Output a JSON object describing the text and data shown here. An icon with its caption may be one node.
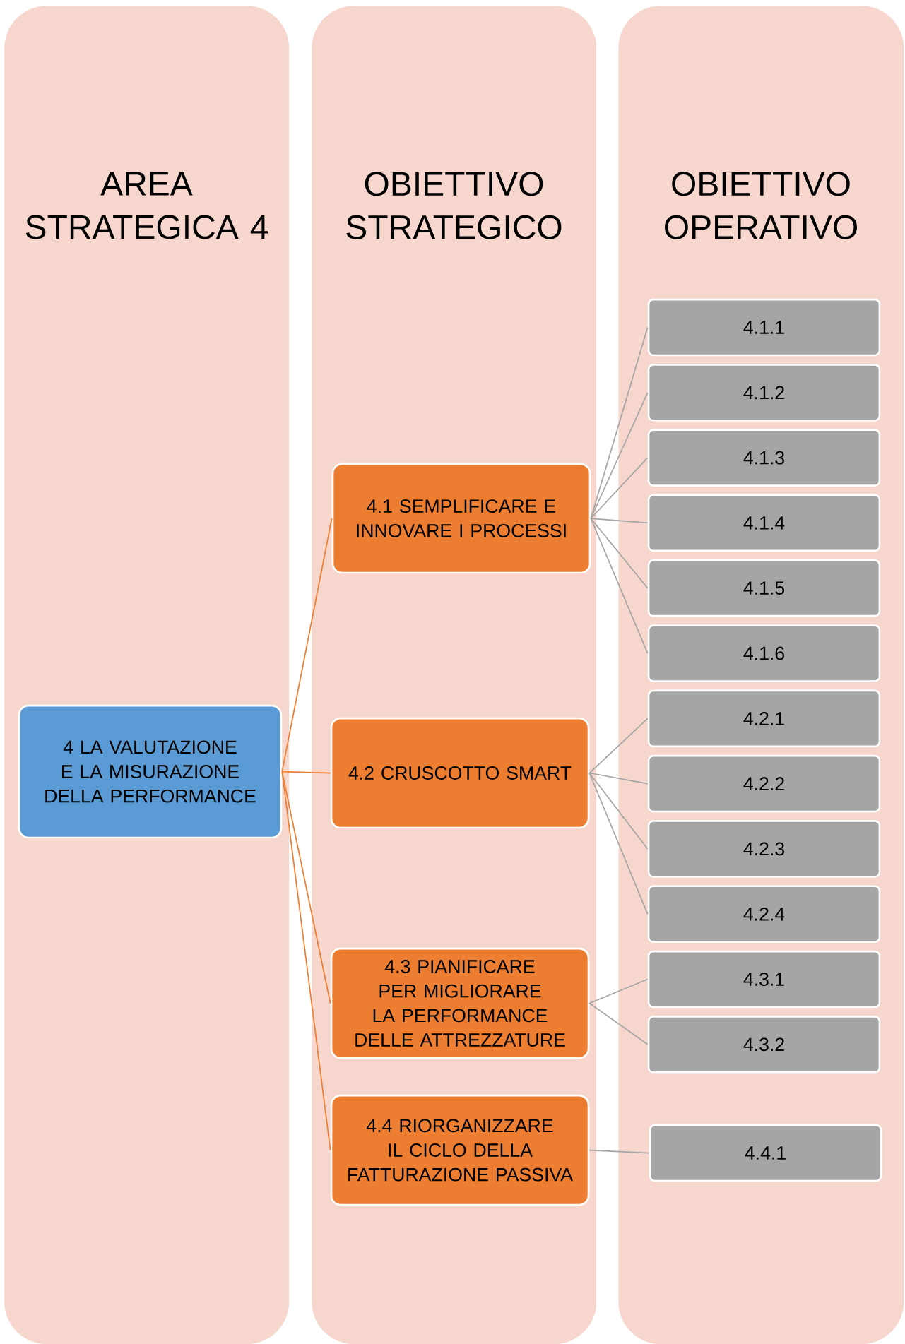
{
  "diagram": {
    "nodes": [
      {
        "text": [
          "AREA STRATEGICA 4"
        ]
      },
      {
        "text": [
          "OBIETTIVO STRATEGICO"
        ]
      },
      {
        "text": [
          "OBIETTIVO OPERATIVO"
        ]
      },
      {
        "text": [
          "4 LA VALUTAZIONE E LA MISURAZIONE DELLA PERFORMANCE"
        ],
        "in": 0
      },
      {
        "text": [
          "4.1 SEMPLIFICARE E INNOVARE I PROCESSI"
        ],
        "in": 1
      },
      {
        "text": [
          "4.2 CRUSCOTTO SMART"
        ],
        "in": 1
      },
      {
        "text": [
          "4.3 PIANIFICARE  PER MIGLIORARE LA PERFORMANCE DELLE ATTREZZATURE"
        ],
        "in": 1
      },
      {
        "text": [
          "4.4 RIORGANIZZARE IL CICLO DELLA FATTURAZIONE PASSIVA"
        ],
        "in": 1
      },
      {
        "text": [
          "4.1.1"
        ],
        "in": 2
      },
      {
        "text": [
          "4.1.2"
        ],
        "in": 2
      },
      {
        "text": [
          "4.1.3"
        ],
        "in": 2
      },
      {
        "text": [
          "4.1.4"
        ],
        "in": 2
      },
      {
        "text": [
          "4.1.5"
        ],
        "in": 2
      },
      {
        "text": [
          "4.1.6"
        ],
        "in": 2
      },
      {
        "text": [
          "4.2.1"
        ],
        "in": 2
      },
      {
        "text": [
          "4.2.2"
        ],
        "in": 2
      },
      {
        "text": [
          "4.2.3"
        ],
        "in": 2
      },
      {
        "text": [
          "4.2.4"
        ],
        "in": 2
      },
      {
        "text": [
          "4.3.1"
        ],
        "in": 2
      },
      {
        "text": [
          "4.3.2"
        ],
        "in": 2
      },
      {
        "text": [
          "4.4.1"
        ],
        "in": 2
      }
    ],
    "edges": [
      {
        "from": 3,
        "to": 4,
        "arrow": "none",
        "color": "#ed7d31"
      },
      {
        "from": 3,
        "to": 5,
        "arrow": "none",
        "color": "#ed7d31"
      },
      {
        "from": 3,
        "to": 6,
        "arrow": "none",
        "color": "#ed7d31"
      },
      {
        "from": 3,
        "to": 7,
        "arrow": "none",
        "color": "#ed7d31"
      },
      {
        "from": 4,
        "to": 8,
        "arrow": "none"
      },
      {
        "from": 4,
        "to": 9,
        "arrow": "none"
      },
      {
        "from": 4,
        "to": 10,
        "arrow": "none"
      },
      {
        "from": 4,
        "to": 11,
        "arrow": "none"
      },
      {
        "from": 4,
        "to": 12,
        "arrow": "none"
      },
      {
        "from": 4,
        "to": 13,
        "arrow": "none"
      },
      {
        "from": 5,
        "to": 14,
        "arrow": "none"
      },
      {
        "from": 5,
        "to": 15,
        "arrow": "none"
      },
      {
        "from": 5,
        "to": 16,
        "arrow": "none"
      },
      {
        "from": 5,
        "to": 17,
        "arrow": "none"
      },
      {
        "from": 6,
        "to": 18,
        "arrow": "none"
      },
      {
        "from": 6,
        "to": 19,
        "arrow": "none"
      },
      {
        "from": 7,
        "to": 20,
        "arrow": "none"
      }
    ]
  }
}
